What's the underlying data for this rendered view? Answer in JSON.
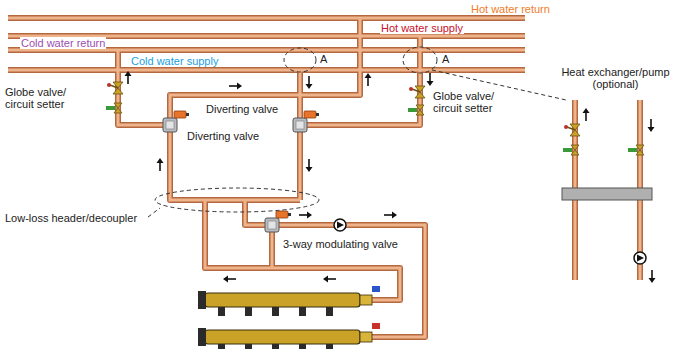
{
  "diagram": {
    "labels": [
      "Hot water return",
      "Hot water supply",
      "Cold water return",
      "Cold water supply",
      "Globe valve/ circuit setter",
      "A",
      "Diverting valve",
      "A",
      "Globe valve/ circuit setter",
      "Diverting valve",
      "Heat exchanger/pump (optional)",
      "Low-loss header/decoupler",
      "3-way modulating valve"
    ]
  }
}
